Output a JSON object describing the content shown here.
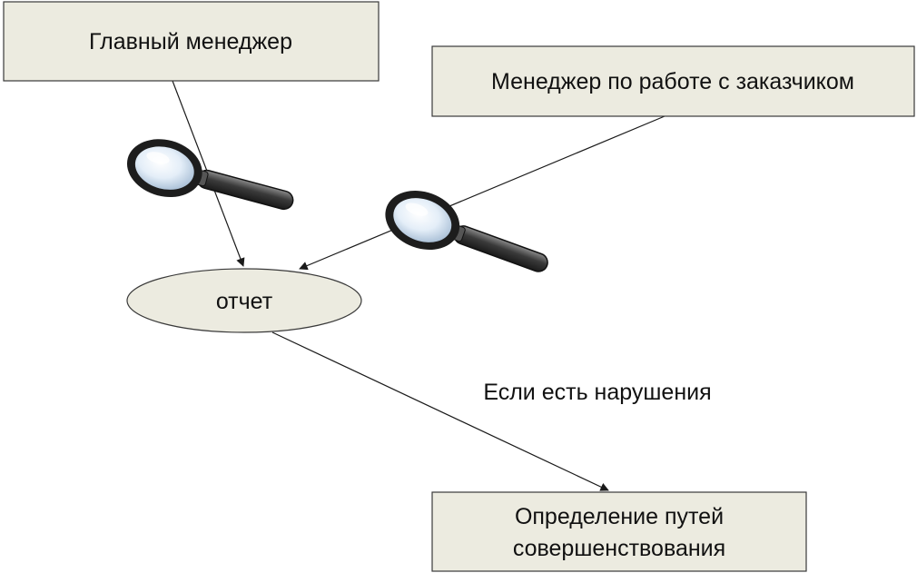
{
  "nodes": {
    "chief_manager": {
      "label": "Главный менеджер"
    },
    "client_manager": {
      "label": "Менеджер по работе с заказчиком"
    },
    "report": {
      "label": "отчет"
    },
    "improvement": {
      "line1": "Определение путей",
      "line2": "совершенствования"
    }
  },
  "edge_labels": {
    "if_violations": "Если есть нарушения"
  },
  "icons": [
    "magnifier-icon",
    "magnifier-icon"
  ],
  "colors": {
    "node_fill": "#ecebe0",
    "node_stroke": "#3a3a3a",
    "edge": "#1a1a1a"
  }
}
